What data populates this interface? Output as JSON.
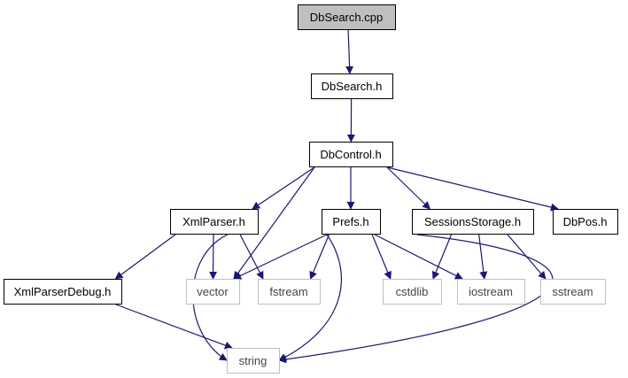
{
  "colors": {
    "edge": "#191970",
    "border_local": "#000000",
    "border_system": "#bfbfbf",
    "fill_root": "#bfbfbf",
    "fill_default": "#ffffff"
  },
  "graph": {
    "nodes": [
      {
        "id": "dbsearch_cpp",
        "label": "DbSearch.cpp",
        "kind": "root"
      },
      {
        "id": "dbsearch_h",
        "label": "DbSearch.h",
        "kind": "local"
      },
      {
        "id": "dbcontrol_h",
        "label": "DbControl.h",
        "kind": "local"
      },
      {
        "id": "xmlparser_h",
        "label": "XmlParser.h",
        "kind": "local"
      },
      {
        "id": "prefs_h",
        "label": "Prefs.h",
        "kind": "local"
      },
      {
        "id": "sessionsstorage_h",
        "label": "SessionsStorage.h",
        "kind": "local"
      },
      {
        "id": "dbpos_h",
        "label": "DbPos.h",
        "kind": "local"
      },
      {
        "id": "xmlparserdebug_h",
        "label": "XmlParserDebug.h",
        "kind": "local"
      },
      {
        "id": "vector",
        "label": "vector",
        "kind": "system"
      },
      {
        "id": "fstream",
        "label": "fstream",
        "kind": "system"
      },
      {
        "id": "cstdlib",
        "label": "cstdlib",
        "kind": "system"
      },
      {
        "id": "iostream",
        "label": "iostream",
        "kind": "system"
      },
      {
        "id": "sstream",
        "label": "sstream",
        "kind": "system"
      },
      {
        "id": "string",
        "label": "string",
        "kind": "system"
      }
    ],
    "edges": [
      [
        "dbsearch_cpp",
        "dbsearch_h"
      ],
      [
        "dbsearch_h",
        "dbcontrol_h"
      ],
      [
        "dbcontrol_h",
        "xmlparser_h"
      ],
      [
        "dbcontrol_h",
        "vector"
      ],
      [
        "dbcontrol_h",
        "prefs_h"
      ],
      [
        "dbcontrol_h",
        "sessionsstorage_h"
      ],
      [
        "dbcontrol_h",
        "dbpos_h"
      ],
      [
        "xmlparser_h",
        "xmlparserdebug_h"
      ],
      [
        "xmlparser_h",
        "vector"
      ],
      [
        "xmlparser_h",
        "fstream"
      ],
      [
        "xmlparser_h",
        "string"
      ],
      [
        "xmlparserdebug_h",
        "string"
      ],
      [
        "prefs_h",
        "vector"
      ],
      [
        "prefs_h",
        "fstream"
      ],
      [
        "prefs_h",
        "cstdlib"
      ],
      [
        "prefs_h",
        "iostream"
      ],
      [
        "prefs_h",
        "string"
      ],
      [
        "sessionsstorage_h",
        "cstdlib"
      ],
      [
        "sessionsstorage_h",
        "iostream"
      ],
      [
        "sessionsstorage_h",
        "sstream"
      ],
      [
        "sessionsstorage_h",
        "string"
      ]
    ]
  }
}
